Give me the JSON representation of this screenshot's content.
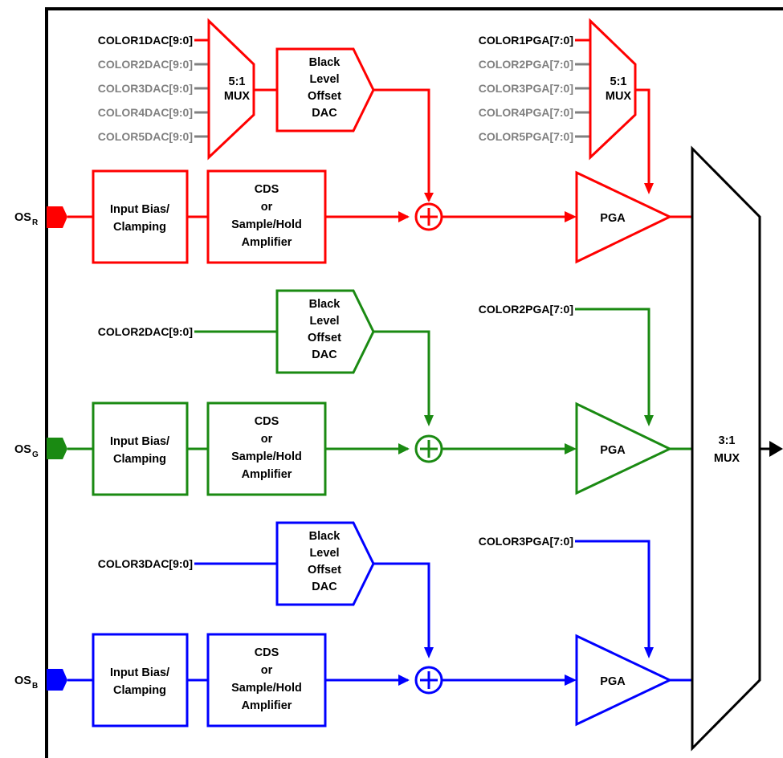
{
  "colors": {
    "red": "#ff0000",
    "green": "#1a8a12",
    "blue": "#0000ff",
    "gray": "#808080",
    "black": "#000000"
  },
  "channels": {
    "red": {
      "input_label": "OS",
      "input_subscript": "R",
      "bias_line1": "Input Bias/",
      "bias_line2": "Clamping",
      "cds_line1": "CDS",
      "cds_line2": "or",
      "cds_line3": "Sample/Hold",
      "cds_line4": "Amplifier",
      "dac_line1": "Black",
      "dac_line2": "Level",
      "dac_line3": "Offset",
      "dac_line4": "DAC",
      "pga_label": "PGA",
      "dac_mux_line1": "5:1",
      "dac_mux_line2": "MUX",
      "pga_mux_line1": "5:1",
      "pga_mux_line2": "MUX",
      "dac_inputs": [
        "COLOR1DAC[9:0]",
        "COLOR2DAC[9:0]",
        "COLOR3DAC[9:0]",
        "COLOR4DAC[9:0]",
        "COLOR5DAC[9:0]"
      ],
      "pga_inputs": [
        "COLOR1PGA[7:0]",
        "COLOR2PGA[7:0]",
        "COLOR3PGA[7:0]",
        "COLOR4PGA[7:0]",
        "COLOR5PGA[7:0]"
      ]
    },
    "green": {
      "input_label": "OS",
      "input_subscript": "G",
      "bias_line1": "Input Bias/",
      "bias_line2": "Clamping",
      "cds_line1": "CDS",
      "cds_line2": "or",
      "cds_line3": "Sample/Hold",
      "cds_line4": "Amplifier",
      "dac_line1": "Black",
      "dac_line2": "Level",
      "dac_line3": "Offset",
      "dac_line4": "DAC",
      "pga_label": "PGA",
      "dac_input": "COLOR2DAC[9:0]",
      "pga_input": "COLOR2PGA[7:0]"
    },
    "blue": {
      "input_label": "OS",
      "input_subscript": "B",
      "bias_line1": "Input Bias/",
      "bias_line2": "Clamping",
      "cds_line1": "CDS",
      "cds_line2": "or",
      "cds_line3": "Sample/Hold",
      "cds_line4": "Amplifier",
      "dac_line1": "Black",
      "dac_line2": "Level",
      "dac_line3": "Offset",
      "dac_line4": "DAC",
      "pga_label": "PGA",
      "dac_input": "COLOR3DAC[9:0]",
      "pga_input": "COLOR3PGA[7:0]"
    }
  },
  "output_mux": {
    "line1": "3:1",
    "line2": "MUX"
  }
}
